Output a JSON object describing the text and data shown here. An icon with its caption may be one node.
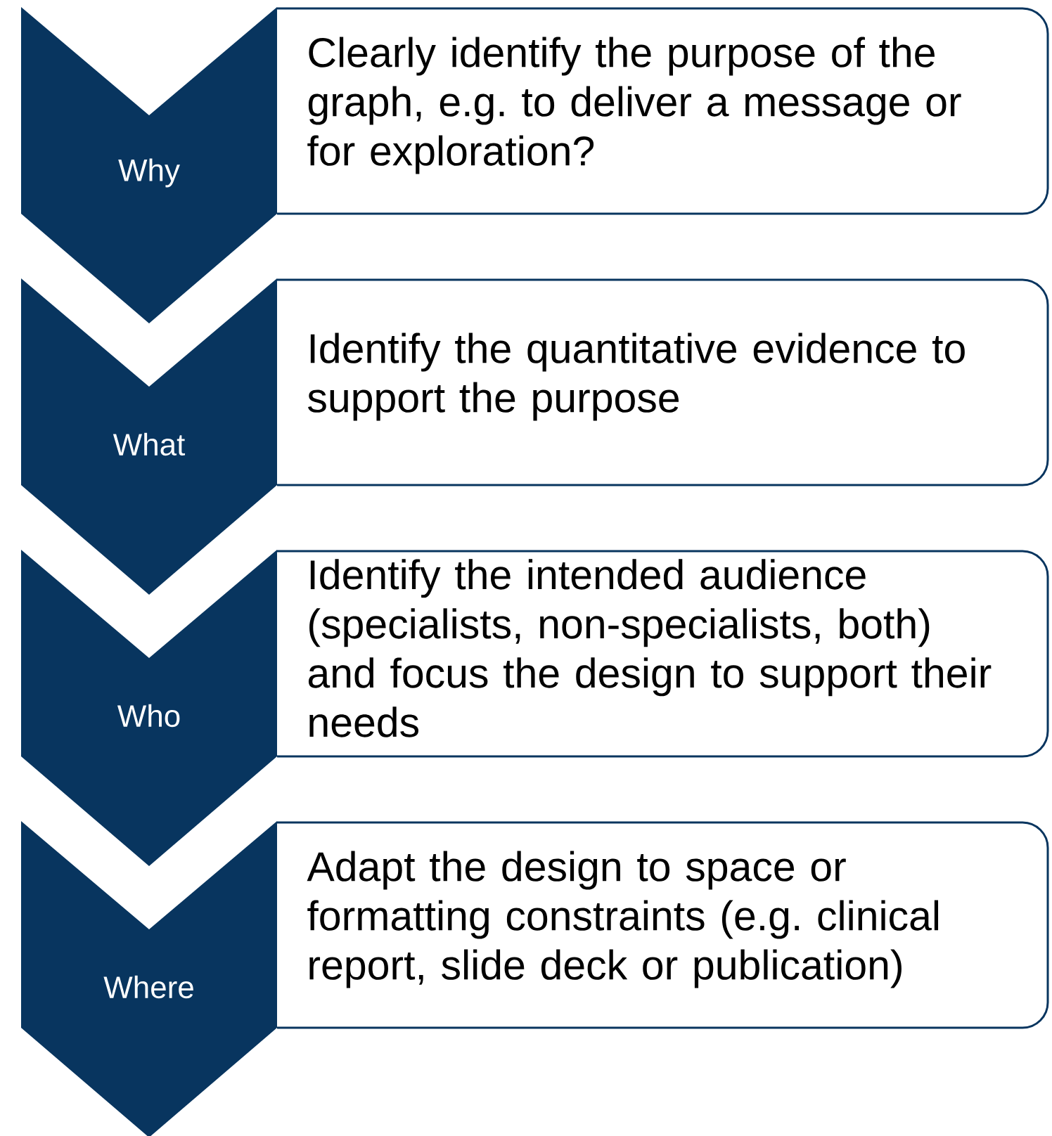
{
  "diagram": {
    "nodes": [
      {
        "text": [
          "Why"
        ]
      },
      {
        "text": [
          "Clearly identify the purpose of the graph, e.g. to deliver a message or for exploration?"
        ]
      },
      {
        "text": [
          "What"
        ]
      },
      {
        "text": [
          "Identify the quantitative evidence to support the purpose"
        ]
      },
      {
        "text": [
          "Who"
        ]
      },
      {
        "text": [
          "Identify the intended audience (specialists, non-specialists, both) and focus the design to support their needs"
        ]
      },
      {
        "text": [
          "Where"
        ]
      },
      {
        "text": [
          "Adapt the design to space or formatting constraints (e.g. clinical report, slide deck or publication)"
        ]
      }
    ]
  }
}
